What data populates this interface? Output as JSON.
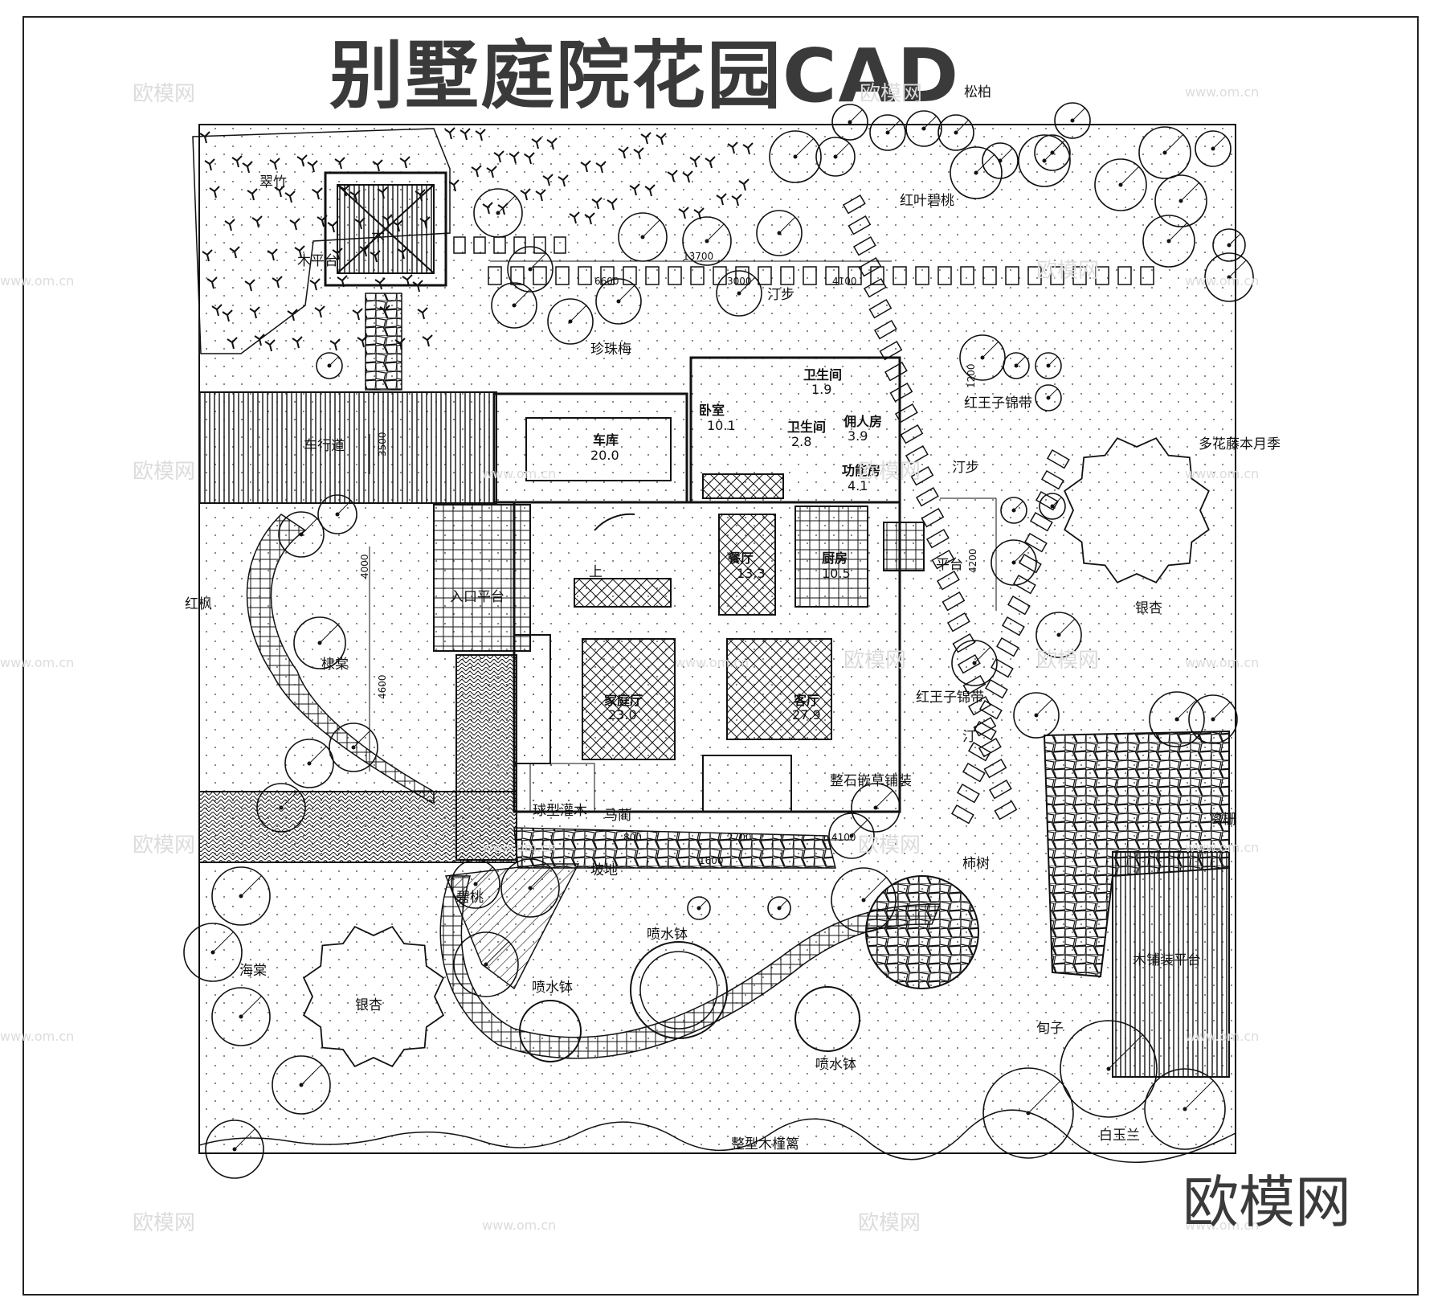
{
  "title": "别墅庭院花园CAD",
  "brand": "欧模网",
  "watermark": {
    "text": "欧模网",
    "url": "www.om.cn"
  },
  "rooms": [
    {
      "name": "车库",
      "area": "20.0"
    },
    {
      "name": "卧室",
      "area": "10.1"
    },
    {
      "name": "卫生间",
      "area": "1.9"
    },
    {
      "name": "卫生间",
      "area": "2.8"
    },
    {
      "name": "佣人房",
      "area": "3.9"
    },
    {
      "name": "功能房",
      "area": "4.1"
    },
    {
      "name": "餐厅",
      "area": "13.3"
    },
    {
      "name": "厨房",
      "area": "10.5"
    },
    {
      "name": "家庭厅",
      "area": "23.0"
    },
    {
      "name": "客厅",
      "area": "27.9"
    }
  ],
  "labels": {
    "cuizhu": "翠竹",
    "mupingtai1": "木平台",
    "mu": "木",
    "songbai": "松柏",
    "hongye": "红叶碧桃",
    "zhenzhumei": "珍珠梅",
    "tingbu1": "汀步",
    "cheh": "车行道",
    "hongfeng": "红枫",
    "ditang": "棣棠",
    "rukou": "入口平台",
    "honzimai1": "红王子锦带",
    "duohua": "多花藤本月季",
    "tingbu2": "汀步",
    "pingtai": "平台",
    "yinxing1": "银杏",
    "honzimai2": "红王子锦带",
    "tingbu3": "汀",
    "zhengshi": "整石嵌草铺装",
    "qiuxing": "球型灌木",
    "malan": "马蔺",
    "shishu": "柿树",
    "bitao": "碧桃",
    "podi": "坡地",
    "haitang": "海棠",
    "yinxing2": "银杏",
    "penshui1": "喷水钵",
    "penshui2": "喷水钵",
    "penshui3": "喷水钵",
    "lizha": "篱栅",
    "mupu": "木铺装平台",
    "xunzi": "旬子",
    "baiyulan": "白玉兰",
    "zhengxing": "整型木槿篱",
    "up": "上"
  },
  "dims": {
    "d13700": "13700",
    "d6600": "6600",
    "d3000": "3000",
    "d4100": "4100",
    "d3500": "3500",
    "d4000": "4000",
    "d4600": "4600",
    "d4200": "4200",
    "d1200": "1200",
    "d800": "800",
    "d2700": "2700",
    "d1600": "1600",
    "d4100b": "4100"
  }
}
